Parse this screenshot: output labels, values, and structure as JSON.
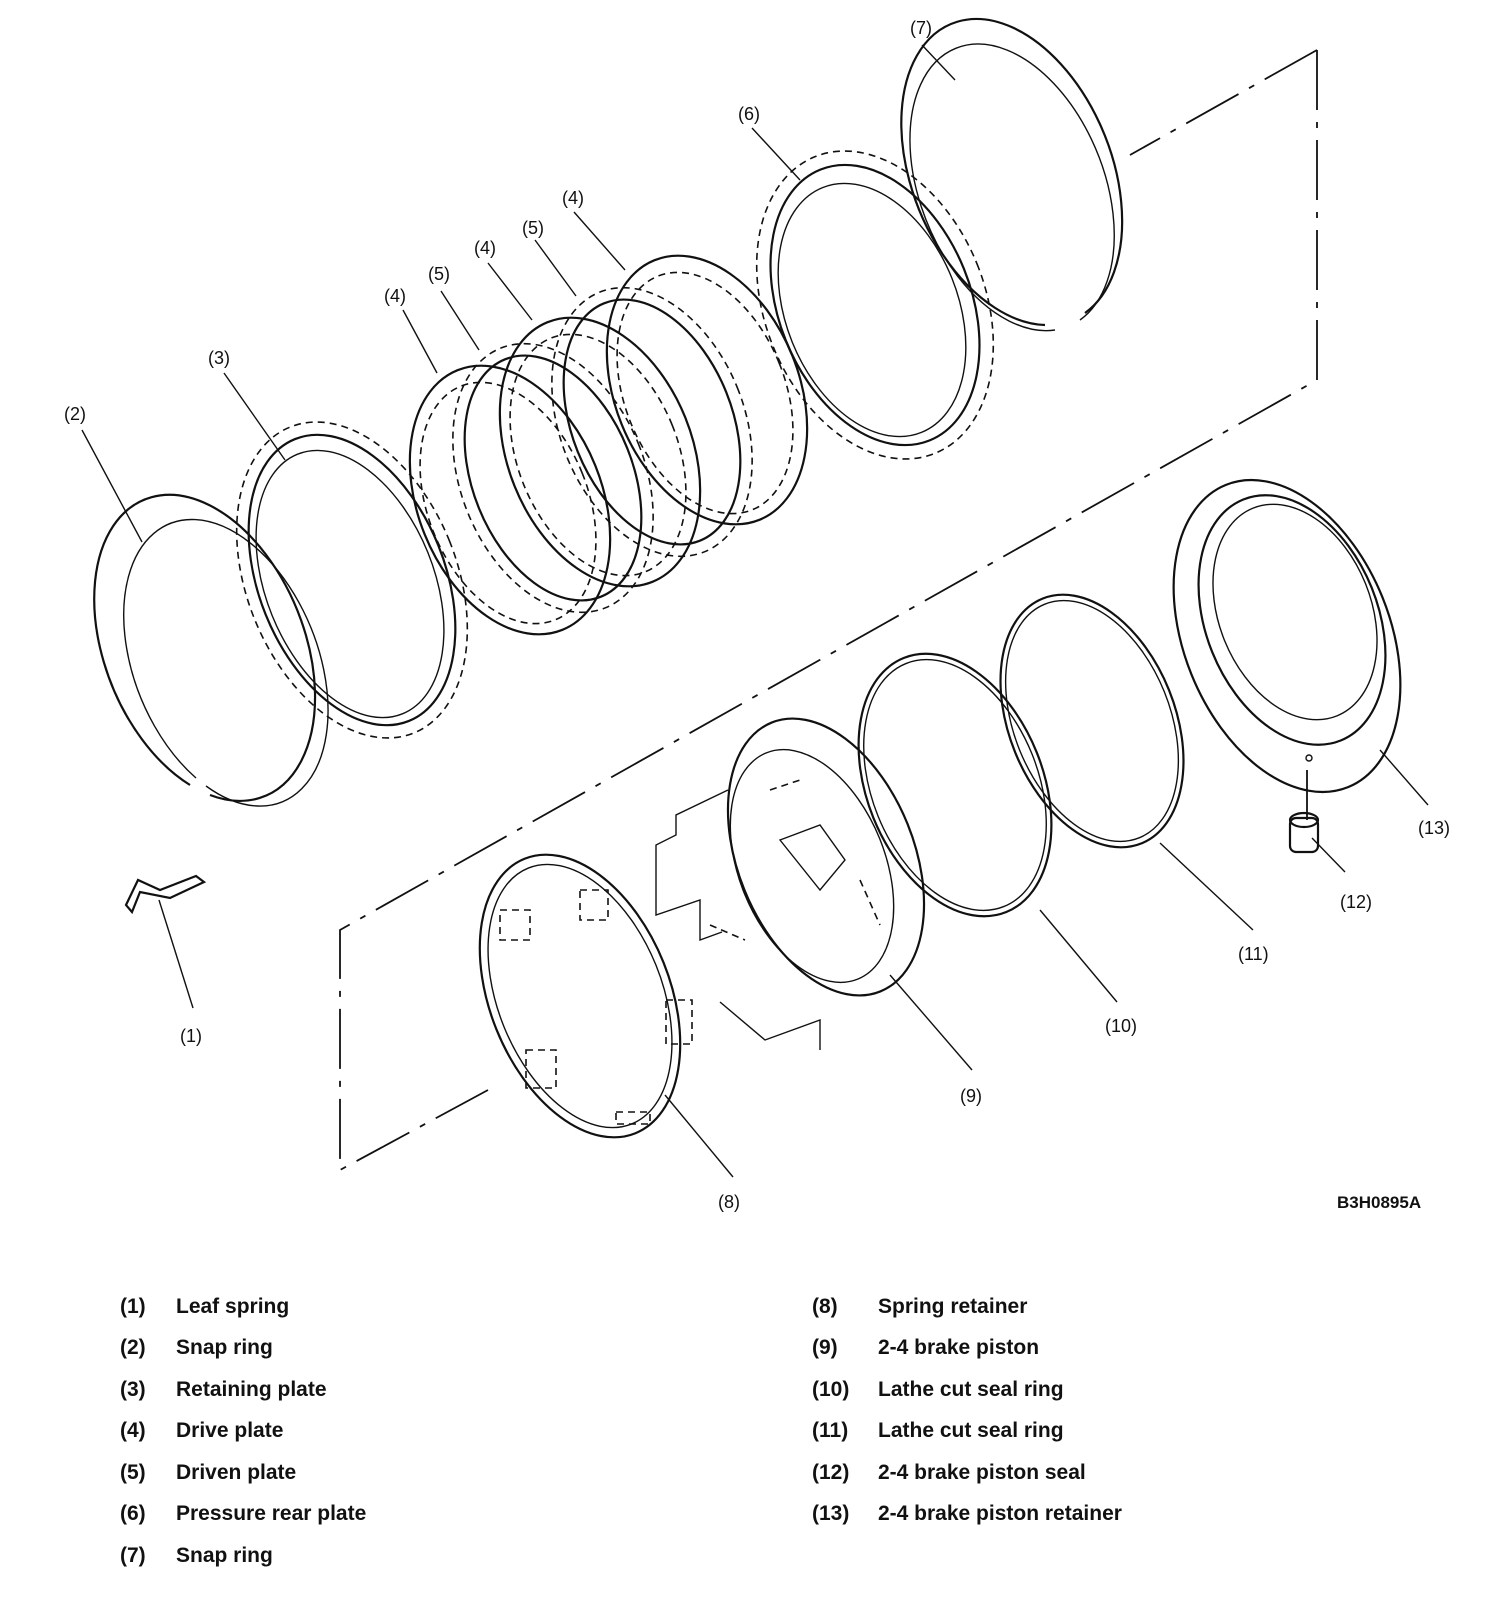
{
  "callouts": [
    "(1)",
    "(2)",
    "(3)",
    "(4)",
    "(4)",
    "(4)",
    "(5)",
    "(5)",
    "(6)",
    "(7)",
    "(8)",
    "(9)",
    "(10)",
    "(11)",
    "(12)",
    "(13)"
  ],
  "figure_code": "B3H0895A",
  "legend_left": [
    {
      "num": "(1)",
      "label": "Leaf spring"
    },
    {
      "num": "(2)",
      "label": "Snap ring"
    },
    {
      "num": "(3)",
      "label": "Retaining plate"
    },
    {
      "num": "(4)",
      "label": "Drive plate"
    },
    {
      "num": "(5)",
      "label": "Driven plate"
    },
    {
      "num": "(6)",
      "label": "Pressure rear plate"
    },
    {
      "num": "(7)",
      "label": "Snap ring"
    }
  ],
  "legend_right": [
    {
      "num": "(8)",
      "label": "Spring retainer"
    },
    {
      "num": "(9)",
      "label": "2-4 brake piston"
    },
    {
      "num": "(10)",
      "label": "Lathe cut seal ring"
    },
    {
      "num": "(11)",
      "label": "Lathe cut seal ring"
    },
    {
      "num": "(12)",
      "label": "2-4 brake piston seal"
    },
    {
      "num": "(13)",
      "label": "2-4 brake piston retainer"
    }
  ]
}
